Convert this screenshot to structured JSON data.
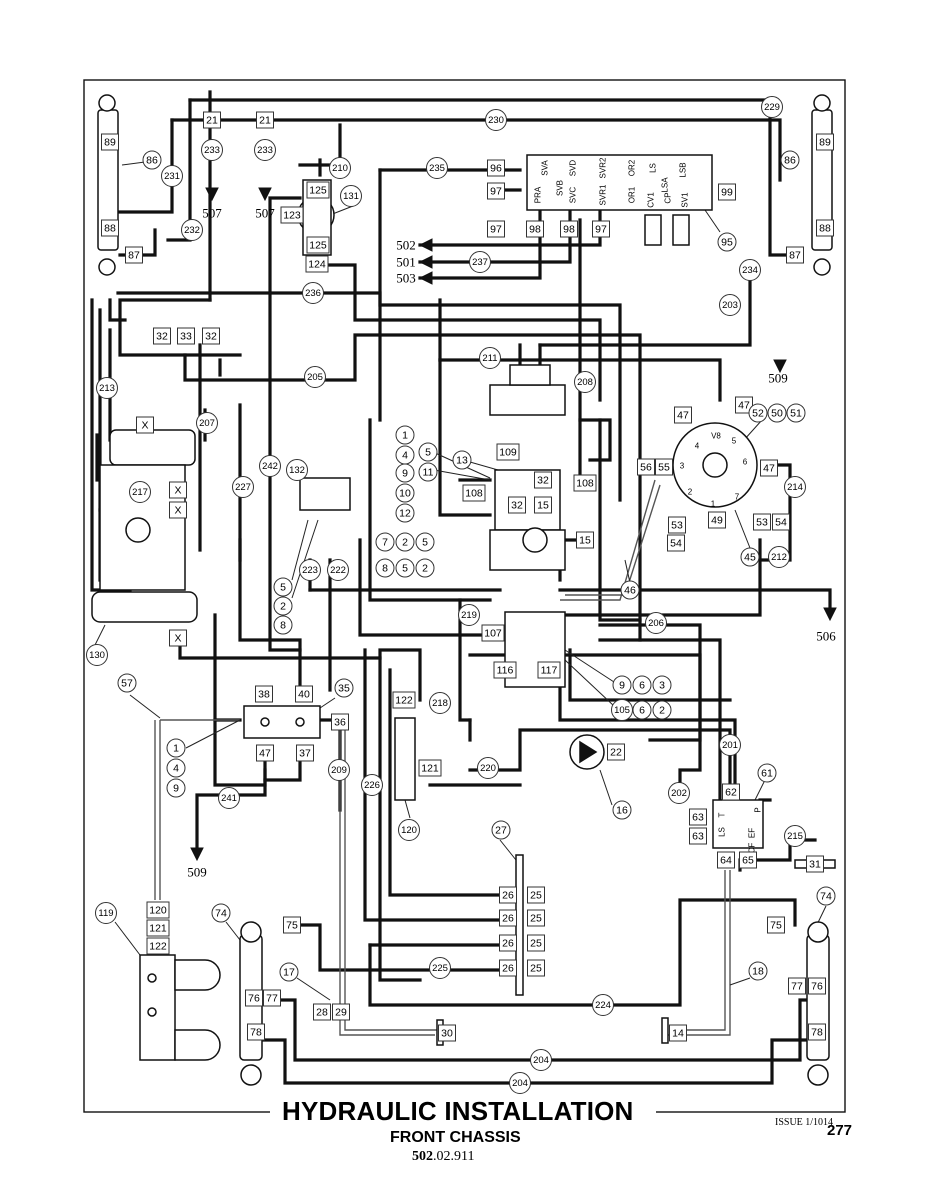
{
  "title": "HYDRAULIC INSTALLATION",
  "subtitle": "FRONT CHASSIS",
  "code_bold": "502",
  "code_rest": ".02.911",
  "issue": "ISSUE 1/1014",
  "page_number": "277",
  "destinations": [
    "507",
    "507",
    "502",
    "501",
    "503",
    "509",
    "506",
    "509"
  ],
  "valve_ports": [
    "SVA",
    "SVB",
    "PRA",
    "SVD",
    "SVC",
    "SVR2",
    "SVR1",
    "OR2",
    "OR1",
    "LS",
    "LSA",
    "LSB",
    "CV1",
    "CP",
    "SV1"
  ],
  "block_ports": [
    "P",
    "T",
    "LS",
    "EF",
    "CF"
  ],
  "dial_marks": [
    "V8",
    "3",
    "4",
    "5",
    "6",
    "7",
    "1",
    "2"
  ]
}
